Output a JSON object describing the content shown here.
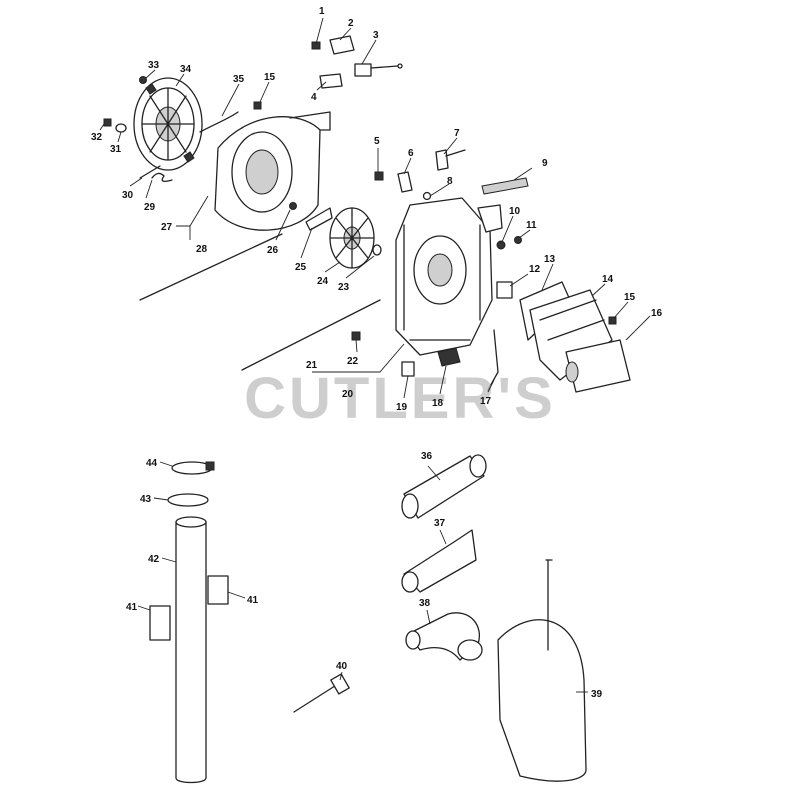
{
  "watermark": "CUTLER'S",
  "callouts": [
    "1",
    "2",
    "3",
    "4",
    "5",
    "6",
    "7",
    "8",
    "9",
    "10",
    "11",
    "12",
    "13",
    "14",
    "15",
    "16",
    "17",
    "18",
    "19",
    "20",
    "21",
    "22",
    "23",
    "24",
    "25",
    "26",
    "27",
    "28",
    "29",
    "30",
    "31",
    "32",
    "33",
    "34",
    "35",
    "36",
    "37",
    "38",
    "39",
    "40",
    "41",
    "42",
    "43",
    "44"
  ]
}
